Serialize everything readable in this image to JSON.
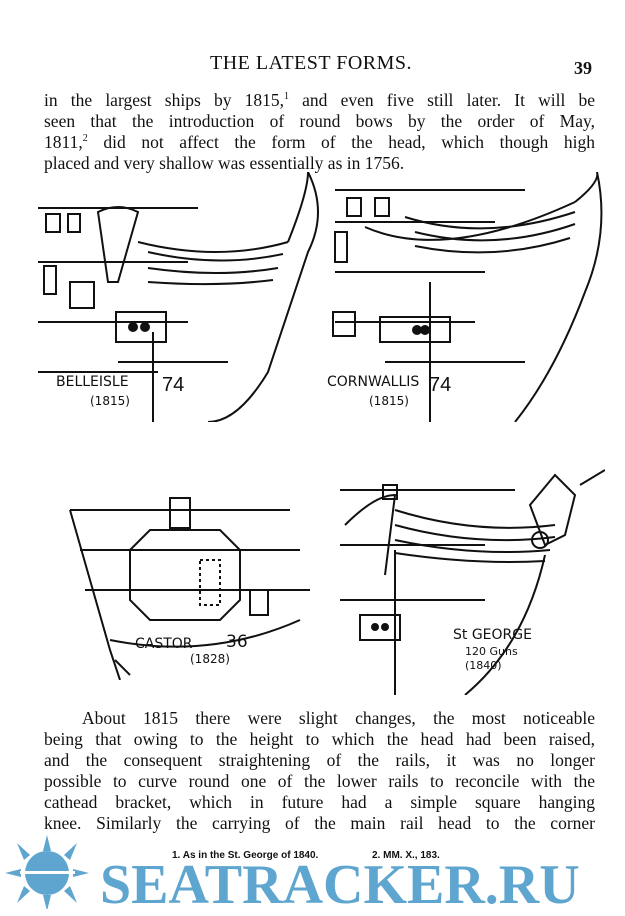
{
  "header": {
    "running_title": "THE LATEST FORMS.",
    "page_number": "39"
  },
  "paragraph1": {
    "lines": [
      [
        "in the largest ships by 1815,",
        "1",
        " and even five still later.  It will be"
      ],
      [
        "seen that the introduction of round bows by the order of May,"
      ],
      [
        "1811,",
        "2",
        " did not affect the form of the head, which though high"
      ],
      [
        "placed and very shallow was essentially as in 1756."
      ]
    ]
  },
  "figures": [
    {
      "name": "BELLEISLE",
      "year": "(1815)",
      "guns": "74"
    },
    {
      "name": "CORNWALLIS",
      "year": "(1815)",
      "guns": "74"
    },
    {
      "name": "CASTOR",
      "year": "(1828)",
      "guns": "36"
    },
    {
      "name": "St GEORGE",
      "guns_text": "120 Guns",
      "year": "(1840)"
    }
  ],
  "paragraph2": {
    "lines": [
      "About 1815 there were slight changes, the most noticeable",
      "being that owing to the height to which the head had been raised,",
      "and the consequent straightening of the rails, it was no longer",
      "possible to curve round one of the lower rails to reconcile with the",
      "cathead bracket, which in future had a simple square hanging",
      "knee.  Similarly the carrying of the main rail head to the corner"
    ]
  },
  "footnotes": [
    "1. As in the St. George of 1840.",
    "2. MM. X., 183."
  ],
  "watermark": {
    "text": "SEATRACKER.RU",
    "color": "#5ea5cf"
  }
}
